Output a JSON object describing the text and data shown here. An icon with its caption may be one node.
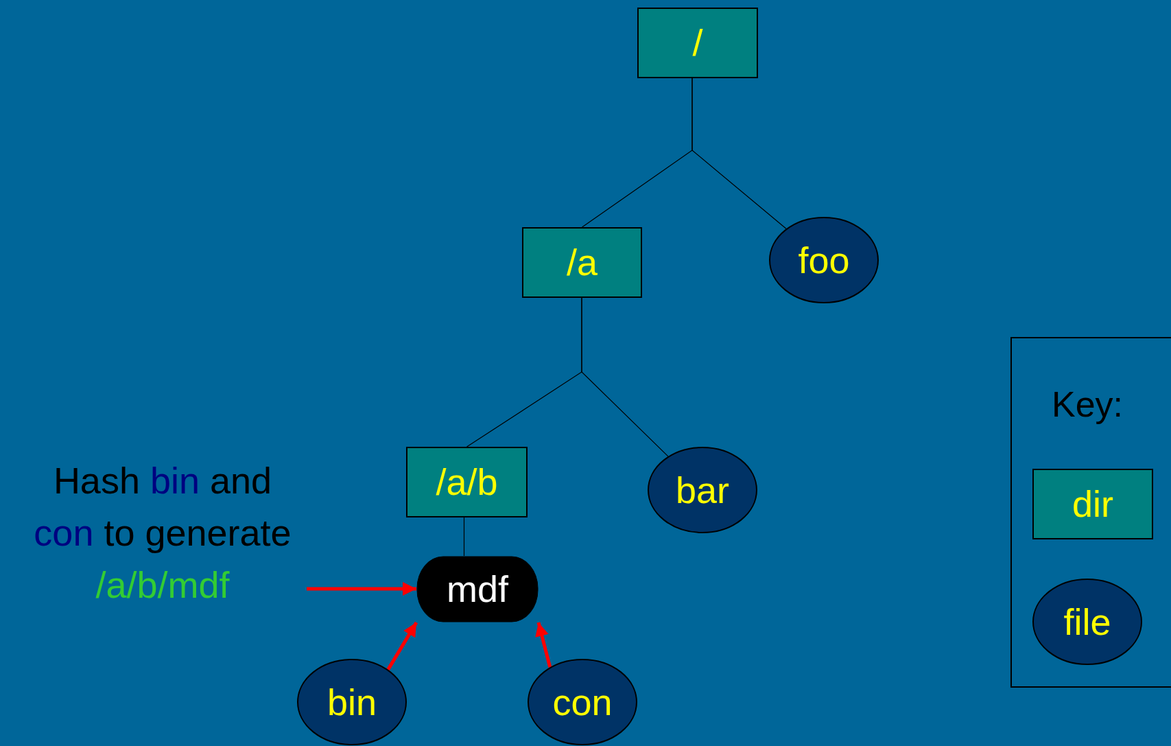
{
  "diagram": {
    "nodes": [
      {
        "text": [
          "/"
        ]
      },
      {
        "text": [
          "/a"
        ]
      },
      {
        "text": [
          "foo"
        ]
      },
      {
        "text": [
          "/a/b"
        ]
      },
      {
        "text": [
          "bar"
        ]
      },
      {
        "text": [
          "Hash **bin** and **con** to generate",
          "/a/b/mdf"
        ]
      },
      {
        "text": [
          "mdf"
        ]
      },
      {
        "text": [
          "bin"
        ]
      },
      {
        "text": [
          "con"
        ]
      },
      {
        "text": [
          "Key:"
        ]
      }
    ],
    "edges": [
      {
        "from": 0,
        "to": 1,
        "arrow": "none"
      },
      {
        "from": 0,
        "to": 2,
        "arrow": "none"
      },
      {
        "from": 1,
        "to": 3,
        "arrow": "none"
      },
      {
        "from": 1,
        "to": 4,
        "arrow": "none"
      },
      {
        "from": 3,
        "to": 6,
        "arrow": "none"
      },
      {
        "from": 5,
        "to": 6,
        "arrow": "to",
        "color": "#ff0000",
        "style": "thick"
      },
      {
        "from": 7,
        "to": 6,
        "arrow": "to",
        "color": "#ff0000",
        "style": "thick"
      },
      {
        "from": 8,
        "to": 6,
        "arrow": "to",
        "color": "#ff0000",
        "style": "thick"
      }
    ],
    "legend": [
      {
        "text": "dir",
        "color": "#008080"
      },
      {
        "text": "file",
        "color": "#003366"
      }
    ]
  }
}
